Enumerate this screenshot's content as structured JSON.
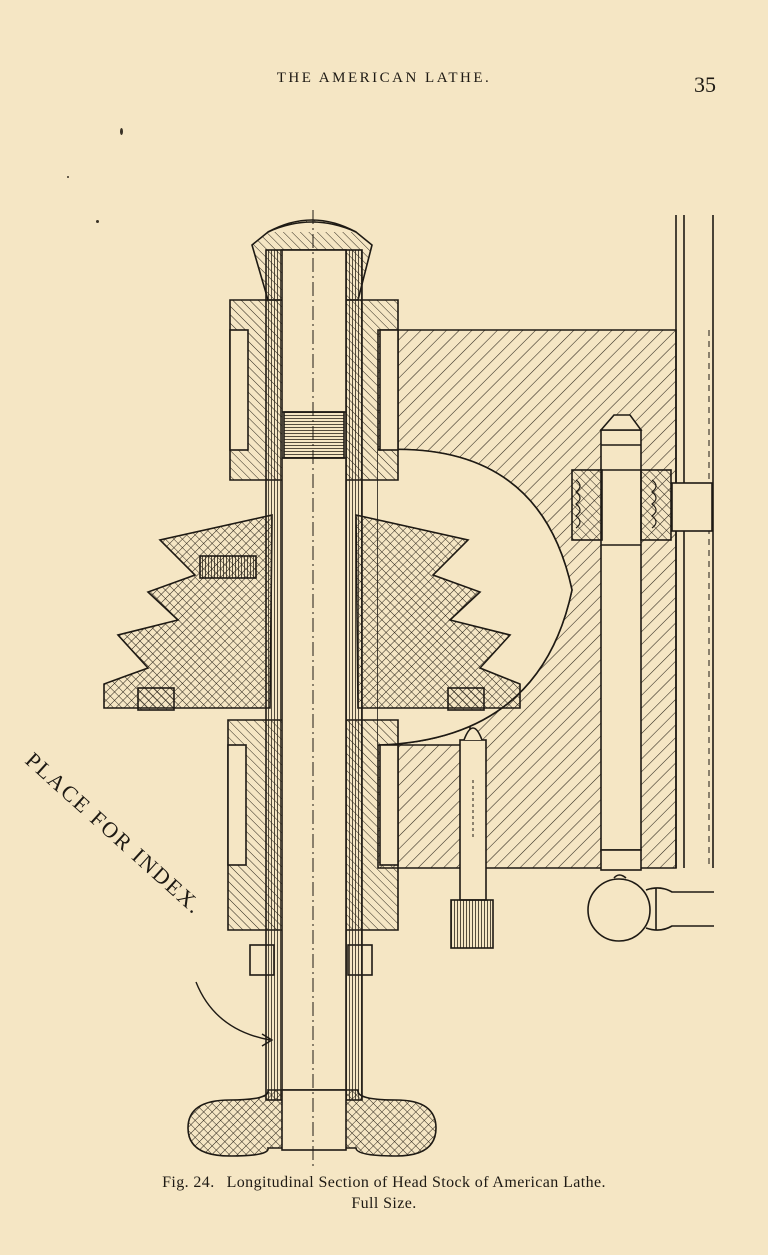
{
  "header": {
    "running_title": "THE AMERICAN LATHE.",
    "page_number": "35"
  },
  "figure": {
    "label": "Fig. 24.",
    "caption_line1": "Longitudinal Section of Head Stock of American Lathe.",
    "caption_line2": "Full Size.",
    "side_annotation": "PLACE FOR INDEX."
  }
}
